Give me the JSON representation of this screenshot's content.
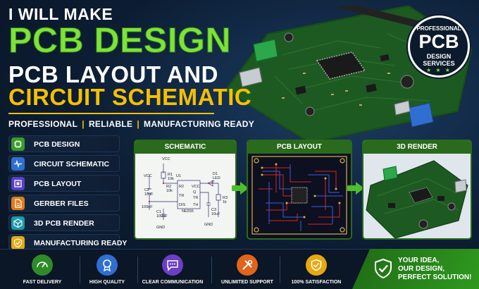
{
  "headline": {
    "line1": "I WILL MAKE",
    "line2": "PCB DESIGN",
    "line3": "PCB LAYOUT AND",
    "line4": "CIRCUIT SCHEMATIC"
  },
  "tagline": [
    "PROFESSIONAL",
    "RELIABLE",
    "MANUFACTURING READY"
  ],
  "badge": {
    "top": "PROFESSIONAL",
    "main": "PCB",
    "line1": "DESIGN",
    "line2": "SERVICES",
    "stars": "★ ★ ★"
  },
  "services": [
    {
      "label": "PCB DESIGN",
      "icon": "chip-icon",
      "color": "#3a9b2a"
    },
    {
      "label": "CIRCUIT SCHEMATIC",
      "icon": "schematic-icon",
      "color": "#2f6fd1"
    },
    {
      "label": "PCB LAYOUT",
      "icon": "layers-icon",
      "color": "#5a3fc4"
    },
    {
      "label": "GERBER FILES",
      "icon": "file-icon",
      "color": "#e27b1a"
    },
    {
      "label": "3D PCB RENDER",
      "icon": "cube-icon",
      "color": "#1b9aa8"
    },
    {
      "label": "MANUFACTURING READY",
      "icon": "shield-check-icon",
      "color": "#e6a90f"
    }
  ],
  "panels": {
    "schematic": "SCHEMATIC",
    "layout": "PCB LAYOUT",
    "render": "3D RENDER"
  },
  "schematic": {
    "vcc_top": "VCC",
    "vcc_left": "VCC",
    "r1": "R1",
    "r1_val": "10k",
    "r2": "R2",
    "r2_val": "10k",
    "c2": "C2",
    "c2_val": "10uF",
    "c2_val2": "100nF",
    "c1": "C1",
    "c1_val": "100nF",
    "u1": "U1",
    "ic_name": "NE555",
    "d1": "D1",
    "d1_val": "LED",
    "r3": "R3",
    "r3_val": "1k",
    "c3": "C3",
    "c3_val": "10uF",
    "gnd1": "GND",
    "gnd2": "GND",
    "pin_vcc": "VCC",
    "pin_r2": "R2",
    "pin_tr": "TR",
    "pin_dis": "DIS",
    "pin_th": "TH",
    "pin_q": "Q",
    "pin_tr2": "TR"
  },
  "features": [
    {
      "label": "FAST DELIVERY",
      "icon": "speedometer-icon",
      "color": "#2e8b2a"
    },
    {
      "label": "HIGH QUALITY",
      "icon": "award-icon",
      "color": "#2f6fd1"
    },
    {
      "label": "CLEAR COMMUNICATION",
      "icon": "chat-icon",
      "color": "#6a3fc4"
    },
    {
      "label": "UNLIMITED SUPPORT",
      "icon": "tools-icon",
      "color": "#e0641a"
    },
    {
      "label": "100% SATISFACTION",
      "icon": "shield-check-icon",
      "color": "#e6a90f"
    }
  ],
  "promo": {
    "line1": "YOUR IDEA,",
    "line2": "OUR DESIGN,",
    "line3": "PERFECT SOLUTION!"
  }
}
